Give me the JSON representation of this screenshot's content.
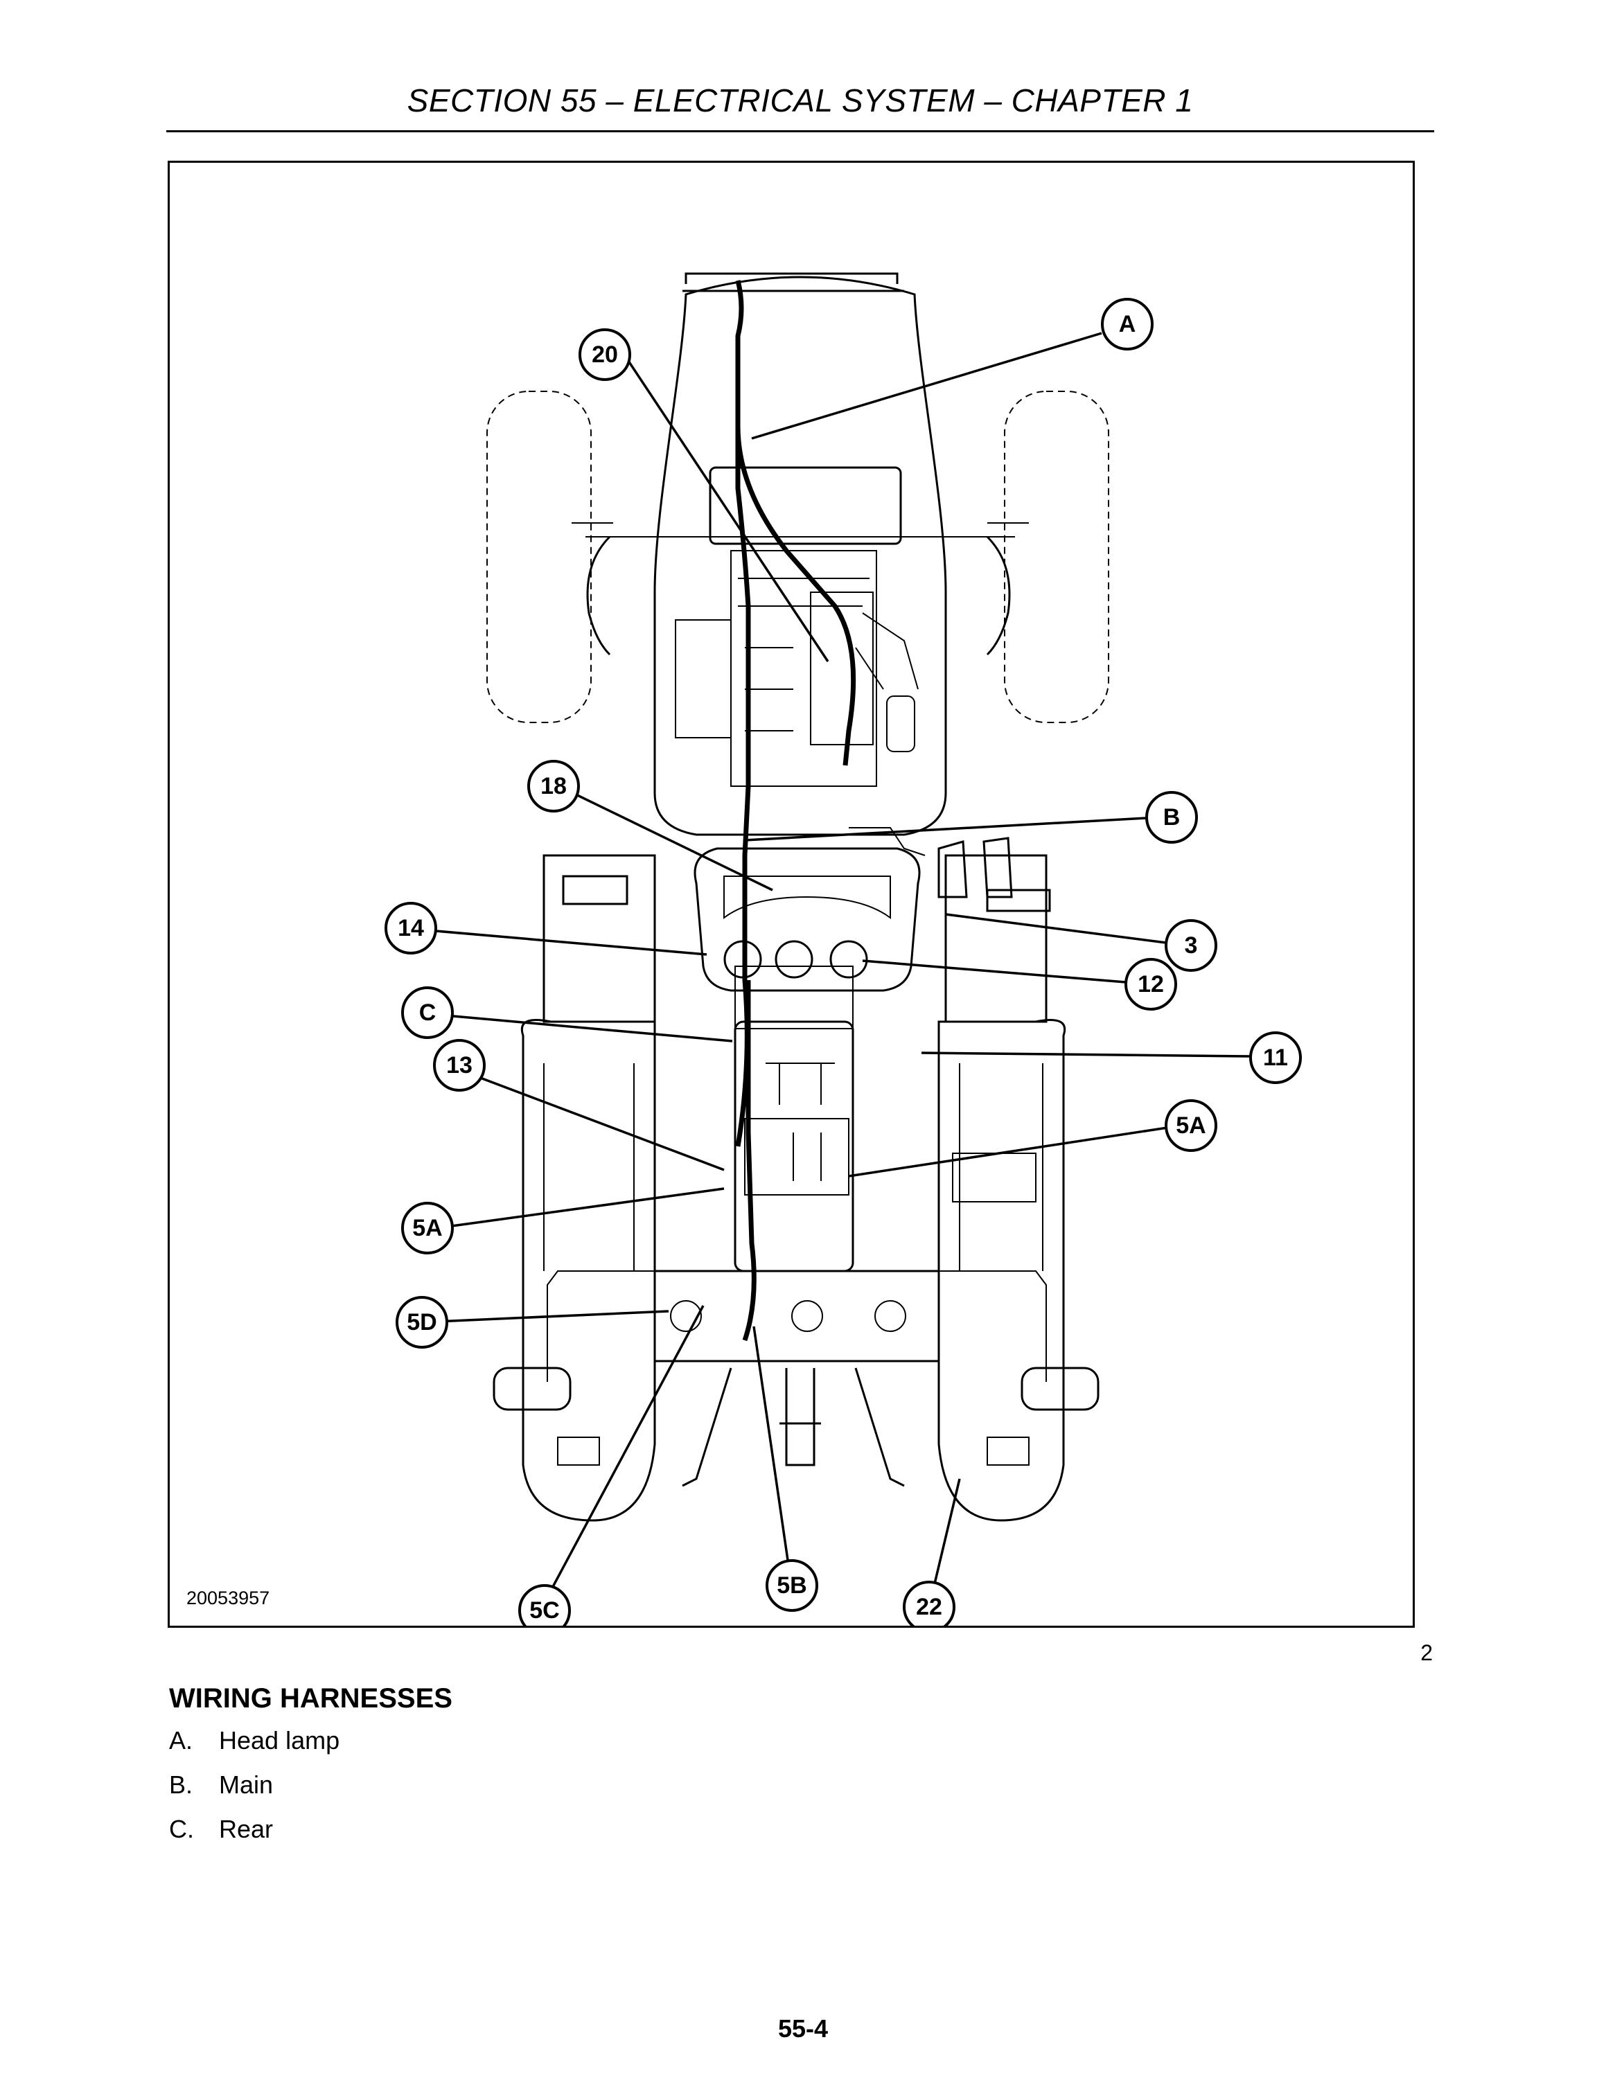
{
  "header": {
    "title": "SECTION 55 – ELECTRICAL SYSTEM – CHAPTER 1"
  },
  "figure": {
    "id": "20053957",
    "number": "2",
    "callouts": {
      "A": "A",
      "20": "20",
      "18": "18",
      "B": "B",
      "14": "14",
      "3": "3",
      "12": "12",
      "C": "C",
      "11": "11",
      "13": "13",
      "5A_right": "5A",
      "5A_left": "5A",
      "5D": "5D",
      "5C": "5C",
      "5B": "5B",
      "22": "22"
    }
  },
  "section": {
    "title": "WIRING HARNESSES",
    "legend": [
      {
        "letter": "A.",
        "text": "Head lamp"
      },
      {
        "letter": "B.",
        "text": "Main"
      },
      {
        "letter": "C.",
        "text": "Rear"
      }
    ]
  },
  "page_number": "55-4"
}
